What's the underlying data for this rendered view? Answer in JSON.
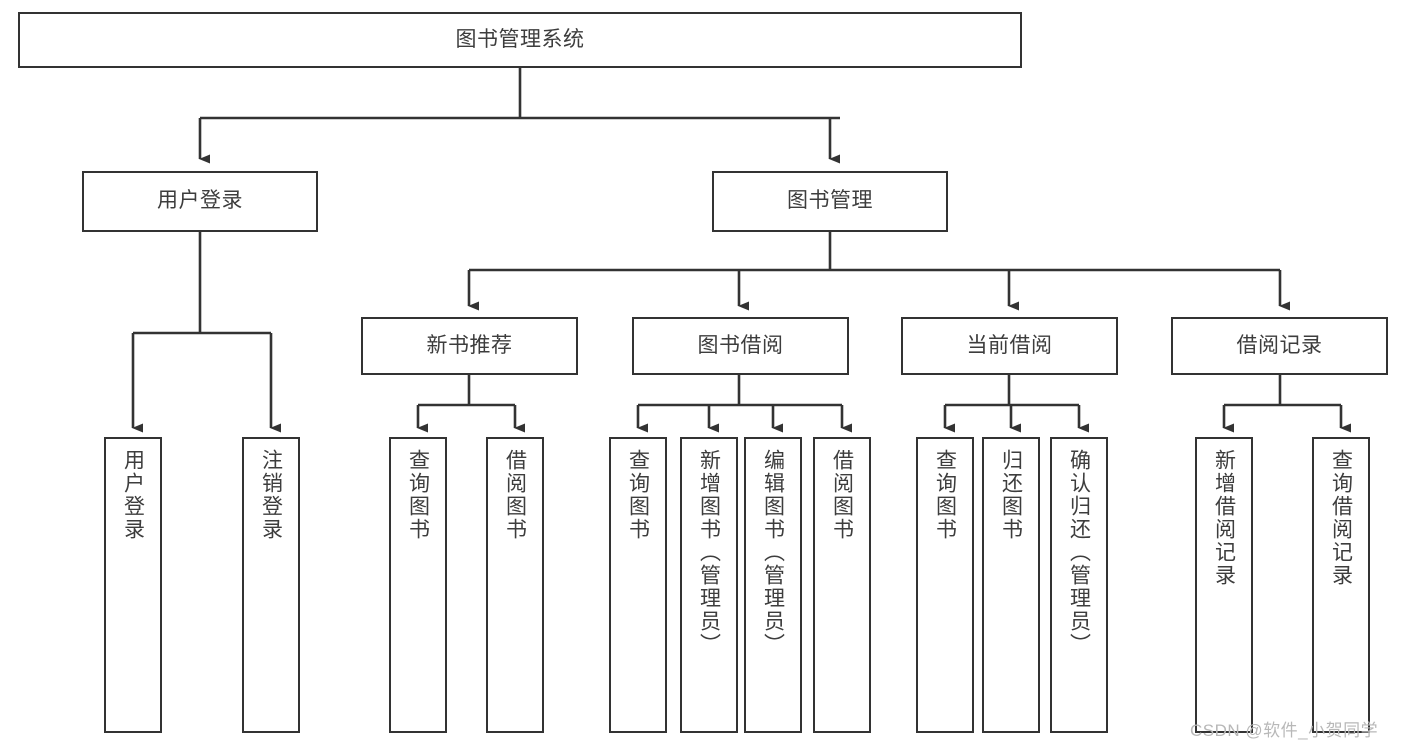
{
  "diagram": {
    "title": "图书管理系统",
    "type": "tree",
    "orientation": "top-down",
    "colors": {
      "background": "#ffffff",
      "box_border": "#333333",
      "box_fill": "#ffffff",
      "text": "#3d3d3d",
      "edge": "#333333",
      "watermark": "#b8b8b8"
    },
    "nodes": {
      "root": {
        "label": "图书管理系统"
      },
      "level2": [
        {
          "id": "user-login",
          "label": "用户登录"
        },
        {
          "id": "book-manage",
          "label": "图书管理"
        }
      ],
      "level3": [
        {
          "id": "new-book-recommend",
          "label": "新书推荐"
        },
        {
          "id": "book-borrow",
          "label": "图书借阅"
        },
        {
          "id": "current-borrow",
          "label": "当前借阅"
        },
        {
          "id": "borrow-record",
          "label": "借阅记录"
        }
      ],
      "leaves": [
        {
          "id": "leaf-user-login",
          "label": "用户登录",
          "parent": "user-login"
        },
        {
          "id": "leaf-logout-login",
          "label": "注销登录",
          "parent": "user-login"
        },
        {
          "id": "leaf-query-book-1",
          "label": "查询图书",
          "parent": "new-book-recommend"
        },
        {
          "id": "leaf-borrow-book-1",
          "label": "借阅图书",
          "parent": "new-book-recommend"
        },
        {
          "id": "leaf-query-book-2",
          "label": "查询图书",
          "parent": "book-borrow"
        },
        {
          "id": "leaf-add-book",
          "label": "新增图书（管理员）",
          "parent": "book-borrow"
        },
        {
          "id": "leaf-edit-book",
          "label": "编辑图书（管理员）",
          "parent": "book-borrow"
        },
        {
          "id": "leaf-borrow-book-2",
          "label": "借阅图书",
          "parent": "book-borrow"
        },
        {
          "id": "leaf-query-book-3",
          "label": "查询图书",
          "parent": "current-borrow"
        },
        {
          "id": "leaf-return-book",
          "label": "归还图书",
          "parent": "current-borrow"
        },
        {
          "id": "leaf-confirm-return",
          "label": "确认归还（管理员）",
          "parent": "current-borrow"
        },
        {
          "id": "leaf-add-record",
          "label": "新增借阅记录",
          "parent": "borrow-record"
        },
        {
          "id": "leaf-query-record",
          "label": "查询借阅记录",
          "parent": "borrow-record"
        }
      ]
    },
    "watermark": "CSDN @软件_小贺同学"
  }
}
